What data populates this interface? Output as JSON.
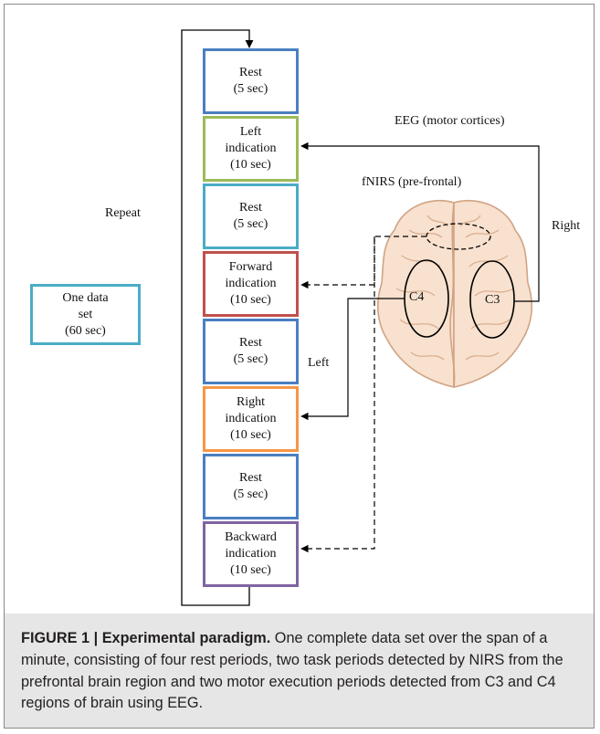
{
  "diagram": {
    "steps": [
      {
        "label": "Rest\n(5 sec)",
        "color": "#4a7fc1"
      },
      {
        "label": "Left\nindication\n(10 sec)",
        "color": "#9bbb59"
      },
      {
        "label": "Rest\n(5 sec)",
        "color": "#4bacc6"
      },
      {
        "label": "Forward\nindication\n(10 sec)",
        "color": "#c0504d"
      },
      {
        "label": "Rest\n(5 sec)",
        "color": "#4a7fc1"
      },
      {
        "label": "Right\nindication\n(10 sec)",
        "color": "#f79646"
      },
      {
        "label": "Rest\n(5 sec)",
        "color": "#4a7fc1"
      },
      {
        "label": "Backward\nindication\n(10 sec)",
        "color": "#8064a2"
      }
    ],
    "one_data_set": {
      "label": "One data\nset\n(60 sec)",
      "color": "#4bacc6"
    },
    "labels": {
      "repeat": "Repeat",
      "eeg": "EEG (motor cortices)",
      "fnirs": "fNIRS (pre-frontal)",
      "right": "Right",
      "left": "Left",
      "c4": "C4",
      "c3": "C3"
    }
  },
  "caption": {
    "title": "FIGURE 1 | Experimental paradigm.",
    "text": " One complete data set over the span of a minute, consisting of four rest periods, two task periods detected by NIRS from the prefrontal brain region and two motor execution periods detected from C3 and C4 regions of brain using EEG."
  }
}
